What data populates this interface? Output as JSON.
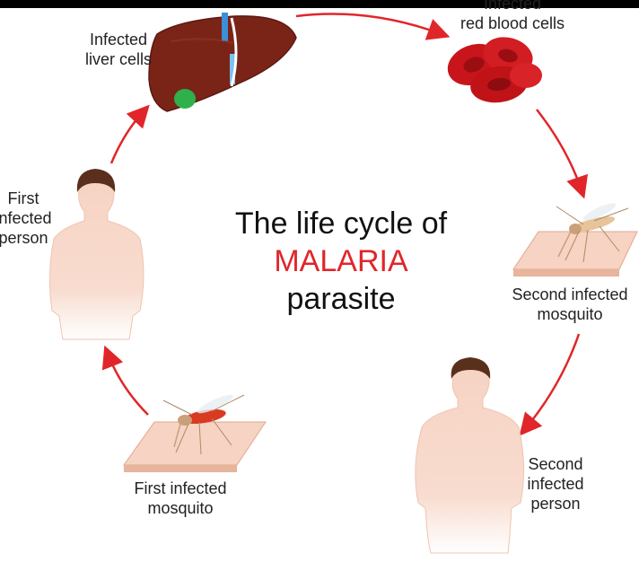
{
  "title": {
    "line1": "The life cycle of",
    "line2": "MALARIA",
    "line3": "parasite"
  },
  "stages": {
    "liver": {
      "line1": "Infected",
      "line2": "liver cells"
    },
    "blood": {
      "line1": "Infected",
      "line2": "red blood cells"
    },
    "second_mosquito": {
      "line1": "Second infected",
      "line2": "mosquito"
    },
    "second_person": {
      "line1": "Second",
      "line2": "infected",
      "line3": "person"
    },
    "first_mosquito": {
      "line1": "First infected",
      "line2": "mosquito"
    },
    "first_person": {
      "line1": "First",
      "line2": "infected",
      "line3": "person"
    }
  },
  "colors": {
    "arrow": "#e0262a",
    "accent_text": "#e0262a",
    "liver": "#7a2418",
    "blood_cell": "#c8151b",
    "skin": "#f6d3c3",
    "hair": "#5a2f1c"
  }
}
